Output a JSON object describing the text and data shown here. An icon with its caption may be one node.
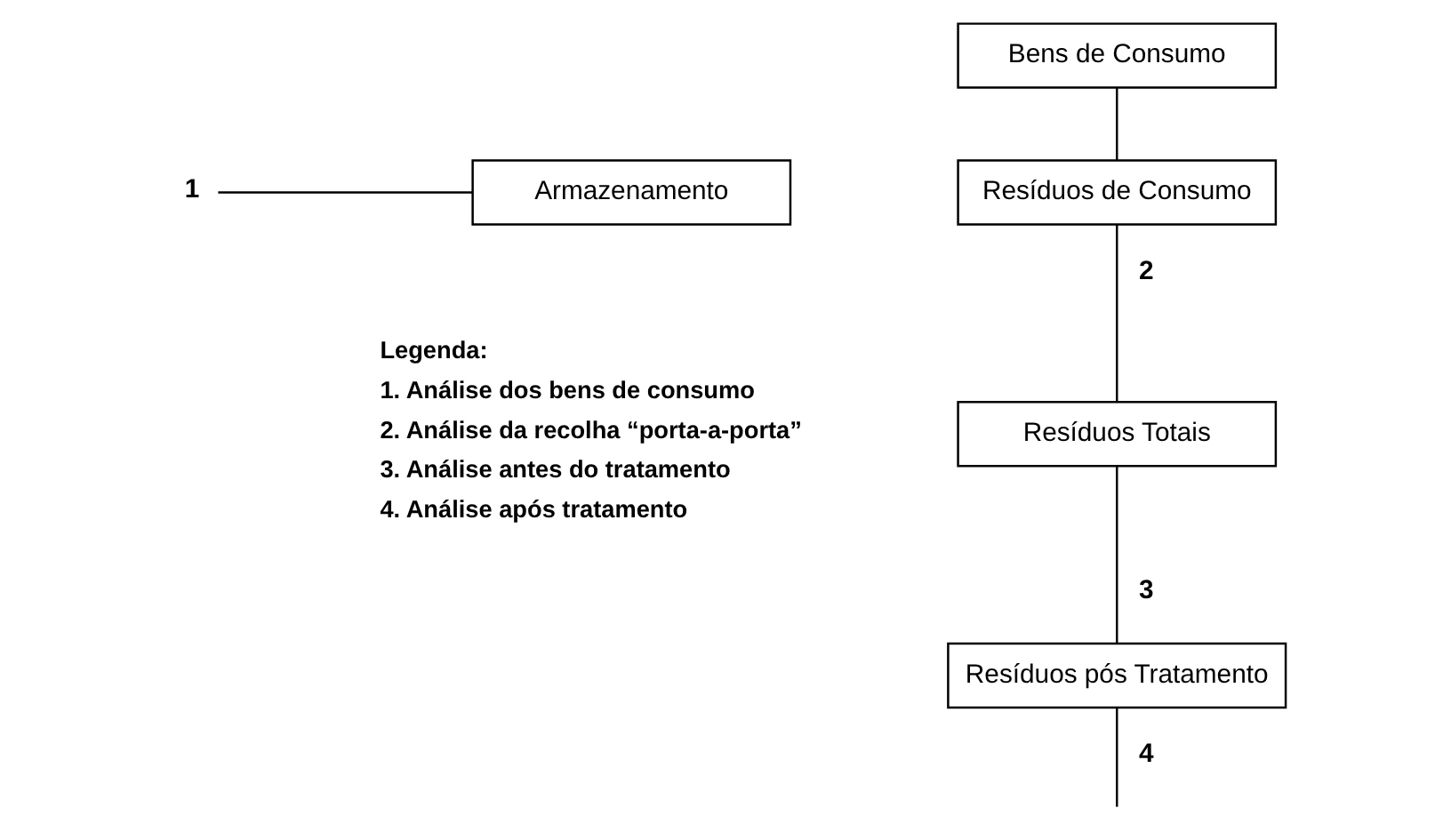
{
  "diagram": {
    "nodes": [
      {
        "text": [
          "Bens de Consumo"
        ]
      },
      {
        "text": [
          "1"
        ]
      },
      {
        "text": [
          "Armazenamento"
        ]
      },
      {
        "text": [
          "Resíduos de Consumo"
        ]
      },
      {
        "text": [
          "Resíduos Totais"
        ]
      },
      {
        "text": [
          "Resíduos pós Tratamento"
        ]
      }
    ],
    "edges": [
      {
        "from": 0,
        "to": 3,
        "arrow": "none"
      },
      {
        "from": 1,
        "to": 2,
        "arrow": "none"
      },
      {
        "from": 3,
        "to": 4,
        "arrow": "none",
        "label": "2"
      },
      {
        "from": 4,
        "to": 5,
        "arrow": "none",
        "label": "3"
      },
      {
        "from": 5,
        "to": null,
        "arrow": "none",
        "label": "4"
      }
    ],
    "labels": [
      "Legenda:",
      "1. Análise dos bens de consumo",
      "2. Análise da recolha “porta-a-porta”",
      "3. Análise antes do tratamento",
      "4. Análise após tratamento"
    ]
  }
}
